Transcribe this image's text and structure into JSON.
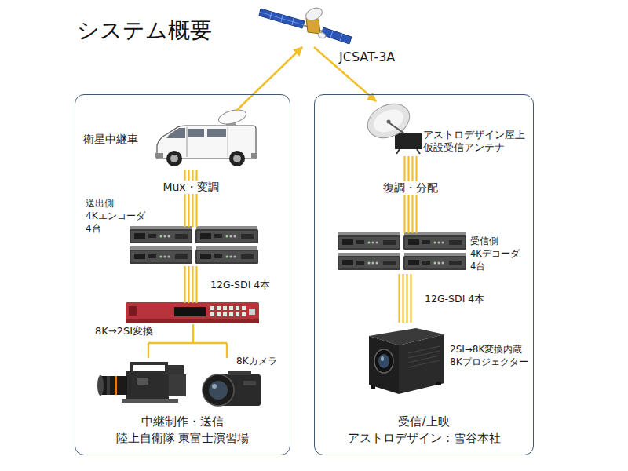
{
  "diagram": {
    "title": "システム概要",
    "nodes": [
      {
        "text": [
          "JCSAT-3A"
        ]
      },
      {
        "text": [
          "中継制作・送信",
          "陸上自衛隊 東富士演習場"
        ]
      },
      {
        "text": [
          "衛星中継車"
        ],
        "in": 1
      },
      {
        "text": [
          "送出側 4Kエンコーダ 4台"
        ],
        "in": 1
      },
      {
        "text": [
          "8K→2SI変換"
        ],
        "in": 1
      },
      {
        "text": [
          "8Kカメラ"
        ],
        "in": 1
      },
      {
        "text": [
          "受信/上映",
          "アストロデザイン：雪谷本社"
        ]
      },
      {
        "text": [
          "アストロデザイン屋上 仮設受信アンテナ"
        ],
        "in": 6
      },
      {
        "text": [
          "受信側 4Kデコーダ 4台"
        ],
        "in": 6
      },
      {
        "text": [
          "2SI→8K変換内蔵 8Kプロジェクター"
        ],
        "in": 6
      }
    ],
    "edges": [
      {
        "from": 2,
        "to": 0,
        "arrow": "to"
      },
      {
        "from": 0,
        "to": 7,
        "arrow": "to"
      },
      {
        "from": 2,
        "to": 3,
        "arrow": "none",
        "label": "Mux・変調"
      },
      {
        "from": 3,
        "to": 4,
        "arrow": "none",
        "label": "12G-SDI 4本"
      },
      {
        "from": 4,
        "to": 5,
        "arrow": "none"
      },
      {
        "from": 7,
        "to": 8,
        "arrow": "none",
        "label": "復調・分配"
      },
      {
        "from": 8,
        "to": 9,
        "arrow": "none",
        "label": "12G-SDI 4本"
      }
    ]
  }
}
